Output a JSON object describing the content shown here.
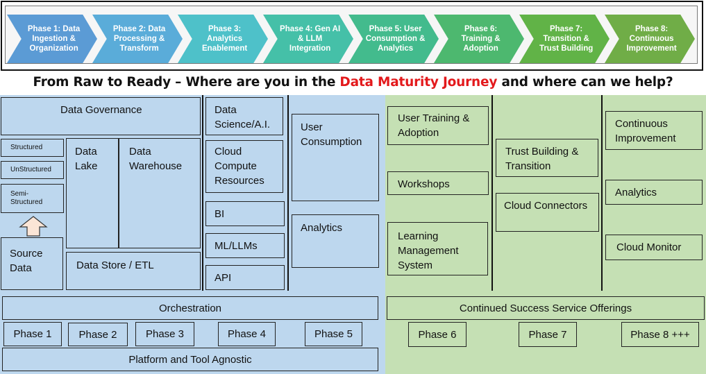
{
  "phases": [
    {
      "label": "Phase 1: Data Ingestion & Organization",
      "color": "#5b9bd5"
    },
    {
      "label": "Phase 2: Data Processing & Transform",
      "color": "#5aacd9"
    },
    {
      "label": "Phase 3: Analytics Enablement",
      "color": "#4ec1c9"
    },
    {
      "label": "Phase 4: Gen AI & LLM Integration",
      "color": "#45c0a8"
    },
    {
      "label": "Phase 5: User Consumption & Analytics",
      "color": "#43bb8d"
    },
    {
      "label": "Phase 6: Training & Adoption",
      "color": "#4db86f"
    },
    {
      "label": "Phase 7: Transition & Trust Building",
      "color": "#61b347"
    },
    {
      "label": "Phase 8: Continuous Improvement",
      "color": "#70ad47"
    }
  ],
  "title": {
    "prefix": "From Raw to Ready – Where are you in the ",
    "highlight": "Data Maturity Journey",
    "suffix": " and where can we help?",
    "highlight_color": "#e3191c"
  },
  "left": {
    "data_governance": "Data Governance",
    "structured": "Structured",
    "unstructured": "UnStructured",
    "semi_structured": "Semi-Structured",
    "source_data": "Source Data",
    "data_lake": "Data Lake",
    "data_warehouse": "Data Warehouse",
    "data_store": "Data Store / ETL",
    "data_science": "Data Science/A.I.",
    "cloud_compute": "Cloud Compute Resources",
    "bi": "BI",
    "ml_llms": "ML/LLMs",
    "api": "API",
    "user_consumption": "User Consumption",
    "analytics": "Analytics",
    "orchestration": "Orchestration",
    "phase_buttons": [
      "Phase 1",
      "Phase 2",
      "Phase 3",
      "Phase 4",
      "Phase 5"
    ],
    "platform": "Platform and Tool Agnostic"
  },
  "right": {
    "user_training": "User Training & Adoption",
    "workshops": "Workshops",
    "lms": "Learning Management System",
    "trust_building": "Trust Building & Transition",
    "cloud_connectors": "Cloud Connectors",
    "continuous_improvement": "Continuous Improvement",
    "analytics": "Analytics",
    "cloud_monitor": "Cloud Monitor",
    "continued_success": "Continued Success Service Offerings",
    "phase_buttons": [
      "Phase 6",
      "Phase 7",
      "Phase 8 +++"
    ]
  },
  "colors": {
    "blue_panel": "#bdd7ee",
    "green_panel": "#c5e0b4"
  }
}
